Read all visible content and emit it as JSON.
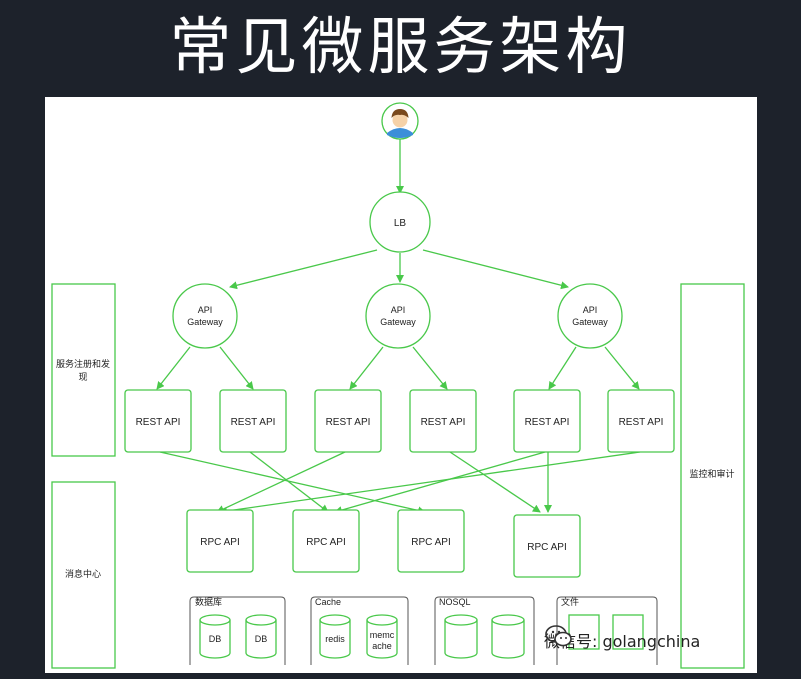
{
  "title": "常见微服务架构",
  "lb": "LB",
  "gateways": [
    {
      "line1": "API",
      "line2": "Gateway"
    },
    {
      "line1": "API",
      "line2": "Gateway"
    },
    {
      "line1": "API",
      "line2": "Gateway"
    }
  ],
  "rest_apis": [
    "REST API",
    "REST API",
    "REST API",
    "REST API",
    "REST API",
    "REST API"
  ],
  "rpc_apis": [
    "RPC API",
    "RPC API",
    "RPC API",
    "RPC API"
  ],
  "side_left": {
    "registry": {
      "line1": "服务注册和发",
      "line2": "现"
    },
    "message": "消息中心"
  },
  "side_right": "监控和审计",
  "storage": [
    {
      "label": "数据库",
      "items": [
        "DB",
        "DB"
      ]
    },
    {
      "label": "Cache",
      "items": [
        "redis",
        "memc",
        "ache"
      ]
    },
    {
      "label": "NOSQL",
      "items": [
        "",
        ""
      ]
    },
    {
      "label": "文件",
      "items": []
    }
  ],
  "watermark": "微信号: golangchina",
  "icons": {
    "user": "user-avatar-icon",
    "wechat": "wechat-icon"
  },
  "colors": {
    "accent": "#49c84a",
    "background": "#1d222b"
  }
}
